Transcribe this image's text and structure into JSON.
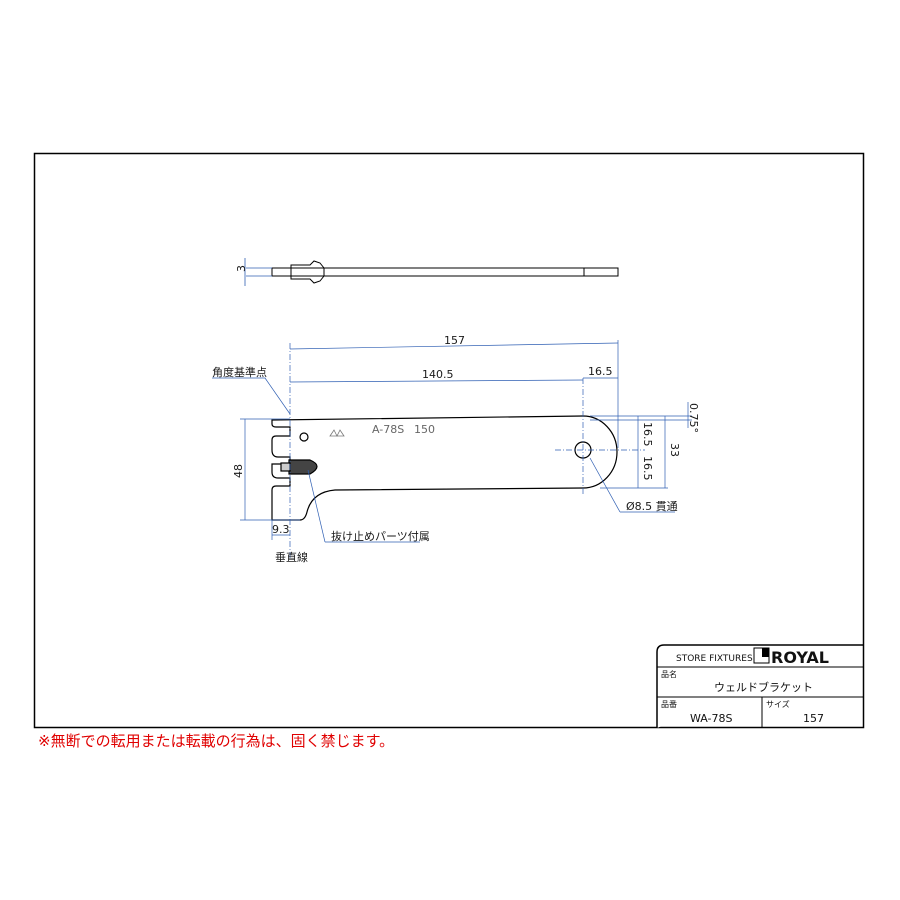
{
  "drawing": {
    "thickness_dim": "3",
    "dim_total_length": "157",
    "dim_hole_offset": "140.5",
    "dim_hole_to_end": "16.5",
    "dim_angle": "0.75°",
    "dim_half_upper": "16.5",
    "dim_half_lower": "16.5",
    "dim_width_end": "33",
    "dim_height": "48",
    "dim_hook": "9.3",
    "label_angle_ref": "角度基準点",
    "label_vertical_line": "垂直線",
    "label_stopper": "抜け止めパーツ付属",
    "label_hole": "Ø8.5 貫通",
    "stamp_model": "A-78S",
    "stamp_size": "150"
  },
  "title_block": {
    "company_label": "STORE FIXTURES",
    "brand": "ROYAL",
    "name_label": "品名",
    "name_value": "ウェルドブラケット",
    "part_no_label": "品番",
    "part_no_value": "WA-78S",
    "size_label": "サイズ",
    "size_value": "157"
  },
  "notice": "※無断での転用または転載の行為は、固く禁じます。",
  "colors": {
    "dimension": "#2f5fb3",
    "line": "#000000",
    "notice": "#e00000"
  }
}
